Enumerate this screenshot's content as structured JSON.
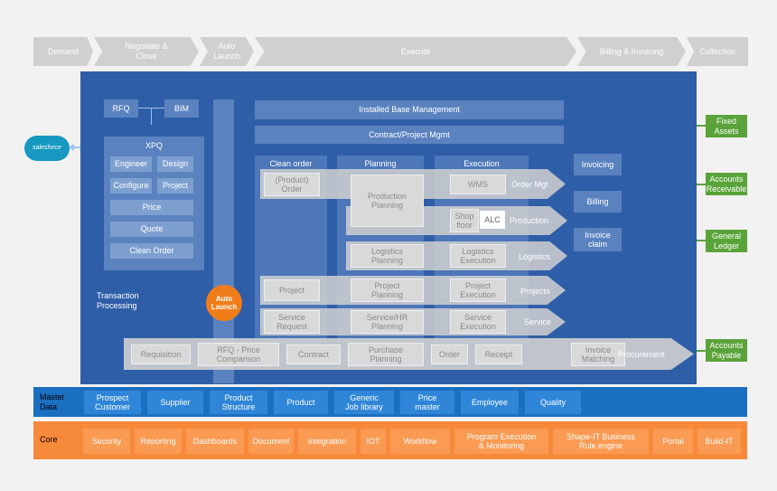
{
  "phases": [
    "Demand",
    "Negotiate &\nClose",
    "Auto\nLaunch",
    "Execute",
    "Billing & Invoicing",
    "Collection"
  ],
  "salesforce": "salesforce",
  "rfq": "RFQ",
  "bim": "BIM",
  "xpq": {
    "title": "XPQ",
    "items": [
      "Engineer",
      "Design",
      "Configure",
      "Project",
      "Price",
      "Quote",
      "Clean Order"
    ]
  },
  "transaction_processing": "Transaction\nProcessing",
  "auto_launch": "Auto\nLaunch",
  "installed_base": "Installed Base Management",
  "contract_project": "Contract/Project Mgmt",
  "columns": [
    "Clean order",
    "Planning",
    "Execution"
  ],
  "rows": {
    "order": {
      "clean": "(Product)\nOrder",
      "exec": "WMS",
      "label": "Order Mgt"
    },
    "production_planning": "Production\nPlanning",
    "production": {
      "exec_a": "Shop\nfloor",
      "exec_b": "ALC",
      "label": "Production"
    },
    "logistics": {
      "plan": "Logistics\nPlanning",
      "exec": "Logistics\nExecution",
      "label": "Logistics"
    },
    "projects": {
      "clean": "Project",
      "plan": "Project\nPlanning",
      "exec": "Project\nExecution",
      "label": "Projects"
    },
    "service": {
      "clean": "Service\nRequest",
      "plan": "Service/HR\nPlanning",
      "exec": "Service\nExecution",
      "label": "Service"
    }
  },
  "billing": [
    "Invoicing",
    "Billing",
    "Invoice\nclaim"
  ],
  "procurement": {
    "items": [
      "Requisition",
      "RFQ - Price\nComparison",
      "Contract",
      "Purchase\nPlanning",
      "Order",
      "Receipt",
      "Invoice\nMatching"
    ],
    "label": "Procurement"
  },
  "finance": [
    "Fixed\nAssets",
    "Accounts\nReceivable",
    "General\nLedger",
    "Accounts\nPayable"
  ],
  "master_data": {
    "label": "Master\nData",
    "items": [
      "Prospect\nCustomer",
      "Supplier",
      "Product\nStructure",
      "Product",
      "Generic\nJob library",
      "Price\nmaster",
      "Employee",
      "Quality"
    ]
  },
  "core": {
    "label": "Core",
    "items": [
      "Security",
      "Reporting",
      "Dashboards",
      "Document",
      "Integration",
      "IOT",
      "Workflow",
      "Program Execution\n& Monitoring",
      "Shape-IT Business\nRule engine",
      "Portal",
      "Build-IT"
    ]
  },
  "colors": {
    "main": "#2f5ea8",
    "green": "#5aa33a",
    "master": "#1b6fc0",
    "core": "#f7893a",
    "autolaunch": "#f07d1a"
  }
}
